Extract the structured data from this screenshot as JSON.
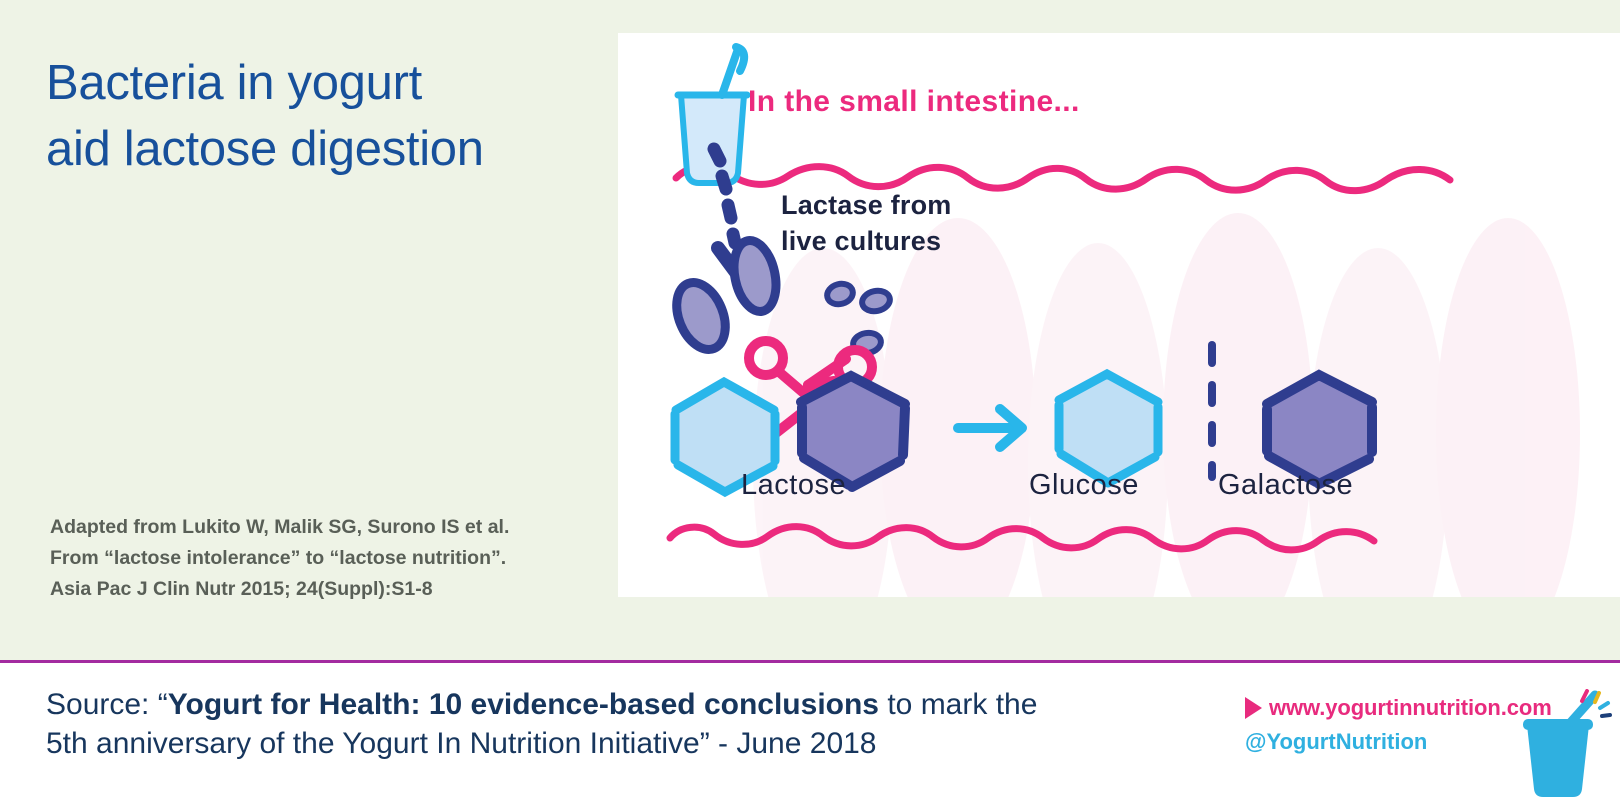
{
  "theme": {
    "bg": "#eef3e6",
    "title_color": "#17509b",
    "citation_color": "#595f57",
    "divider_color": "#a32ba0",
    "footer_bg": "#ffffff",
    "source_color": "#17365d",
    "brand_pink": "#e82b7e",
    "brand_blue": "#2fb0e0",
    "illo_pink": "#ec2a7e",
    "illo_navy": "#2f3d8f",
    "illo_cyan": "#29b6ea",
    "illo_purple": "#8b86c4",
    "illo_lightblue": "#bfdff5"
  },
  "title": {
    "line1": "Bacteria in yogurt",
    "line2": "aid lactose digestion"
  },
  "citation": {
    "line1": "Adapted from Lukito W, Malik SG, Surono IS et al.",
    "line2": "From “lactose intolerance” to “lactose nutrition”.",
    "line3": "Asia Pac J Clin Nutr 2015; 24(Suppl):S1-8"
  },
  "illustration": {
    "heading": "In the small intestine...",
    "enzyme_label_line1": "Lactase from",
    "enzyme_label_line2": "live cultures",
    "molecules": [
      {
        "name": "Lactose",
        "color": "mixed"
      },
      {
        "name": "Glucose",
        "color": "#bfdff5"
      },
      {
        "name": "Galactose",
        "color": "#8b86c4"
      }
    ],
    "icons": [
      "yogurt-cup-icon",
      "dashed-arrow-icon",
      "intestine-wall-icon",
      "bacteria-rod-icon",
      "scissors-icon",
      "arrow-right-icon",
      "dashed-divider-icon"
    ]
  },
  "footer": {
    "source_prefix": "Source: “",
    "source_bold": "Yogurt for Health: 10 evidence-based conclusions",
    "source_mid": " to mark the",
    "source_line2": "5th anniversary of the Yogurt In Nutrition Initiative” - June 2018",
    "brand_url": "www.yogurtinnutrition.com",
    "brand_handle": "@YogurtNutrition"
  }
}
